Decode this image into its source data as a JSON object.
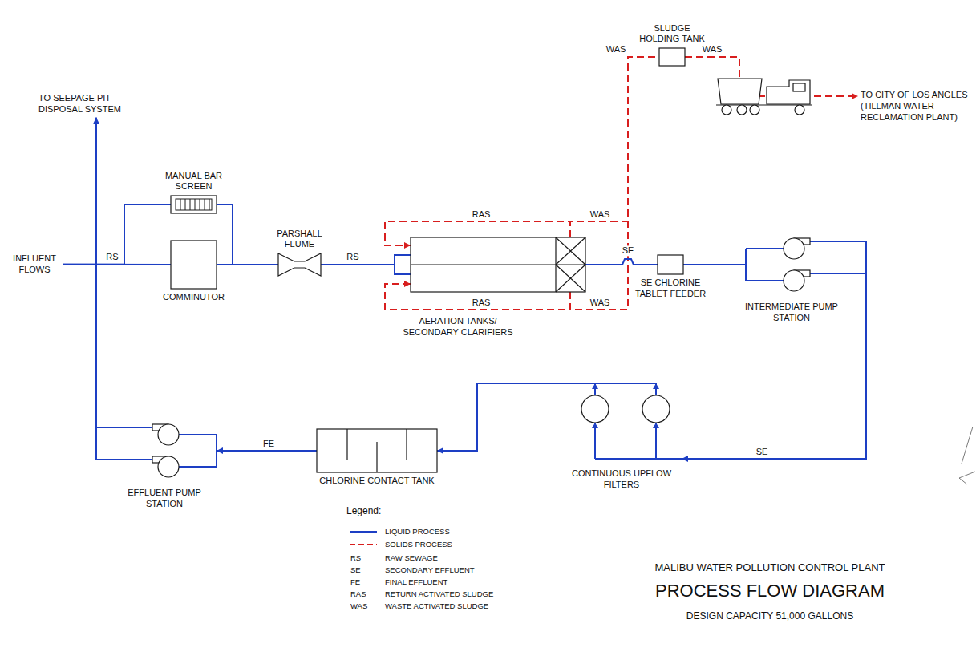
{
  "diagram": {
    "title": "PROCESS FLOW DIAGRAM",
    "nodes": [
      {
        "text": [
          "INFLUENT FLOWS"
        ]
      },
      {
        "text": [
          "MANUAL BAR SCREEN"
        ]
      },
      {
        "text": [
          "COMMINUTOR"
        ]
      },
      {
        "text": [
          "PARSHALL FLUME"
        ]
      },
      {
        "text": [
          "AERATION TANKS/ SECONDARY CLARIFIERS"
        ]
      },
      {
        "text": [
          "SLUDGE HOLDING TANK"
        ]
      },
      {
        "text": [
          "TO CITY OF LOS ANGLES (TILLMAN WATER RECLAMATION PLANT)"
        ]
      },
      {
        "text": [
          "SE CHLORINE TABLET FEEDER"
        ]
      },
      {
        "text": [
          "INTERMEDIATE PUMP STATION"
        ]
      },
      {
        "text": [
          "CONTINUOUS UPFLOW FILTERS"
        ]
      },
      {
        "text": [
          "CHLORINE CONTACT TANK"
        ]
      },
      {
        "text": [
          "EFFLUENT PUMP STATION"
        ]
      },
      {
        "text": [
          "TO SEEPAGE PIT DISPOSAL SYSTEM"
        ]
      }
    ],
    "edges": [
      {
        "from": 0,
        "to": 1,
        "arrow": "none",
        "label": "RS"
      },
      {
        "from": 0,
        "to": 2,
        "arrow": "none"
      },
      {
        "from": 1,
        "to": 3,
        "arrow": "none"
      },
      {
        "from": 2,
        "to": 3,
        "arrow": "none"
      },
      {
        "from": 3,
        "to": 4,
        "arrow": "none",
        "label": "RS"
      },
      {
        "from": 4,
        "to": 4,
        "arrow": "to",
        "label": "RAS"
      },
      {
        "from": 4,
        "to": 4,
        "arrow": "to",
        "label": "RAS"
      },
      {
        "from": 4,
        "to": 5,
        "arrow": "none",
        "label": "WAS"
      },
      {
        "from": 4,
        "to": 5,
        "arrow": "none",
        "label": "WAS"
      },
      {
        "from": 5,
        "to": 6,
        "arrow": "to",
        "label": "WAS"
      },
      {
        "from": 4,
        "to": 7,
        "arrow": "none",
        "label": "SE"
      },
      {
        "from": 7,
        "to": 8,
        "arrow": "none"
      },
      {
        "from": 8,
        "to": 9,
        "arrow": "to",
        "label": "SE"
      },
      {
        "from": 9,
        "to": 10,
        "arrow": "to"
      },
      {
        "from": 10,
        "to": 11,
        "arrow": "to",
        "label": "FE"
      },
      {
        "from": 11,
        "to": 12,
        "arrow": "to"
      }
    ],
    "labels": [
      "WAS",
      "Legend:",
      "RS",
      "RAW SEWAGE",
      "SE",
      "SECONDARY EFFLUENT",
      "FE",
      "FINAL EFFLUENT",
      "RAS",
      "RETURN ACTIVATED SLUDGE",
      "WAS",
      "WASTE ACTIVATED SLUDGE",
      "MALIBU WATER POLLUTION CONTROL PLANT",
      "DESIGN CAPACITY 51,000 GALLONS"
    ],
    "legend": [
      {
        "text": "LIQUID PROCESS"
      },
      {
        "text": "SOLIDS PROCESS"
      }
    ]
  }
}
